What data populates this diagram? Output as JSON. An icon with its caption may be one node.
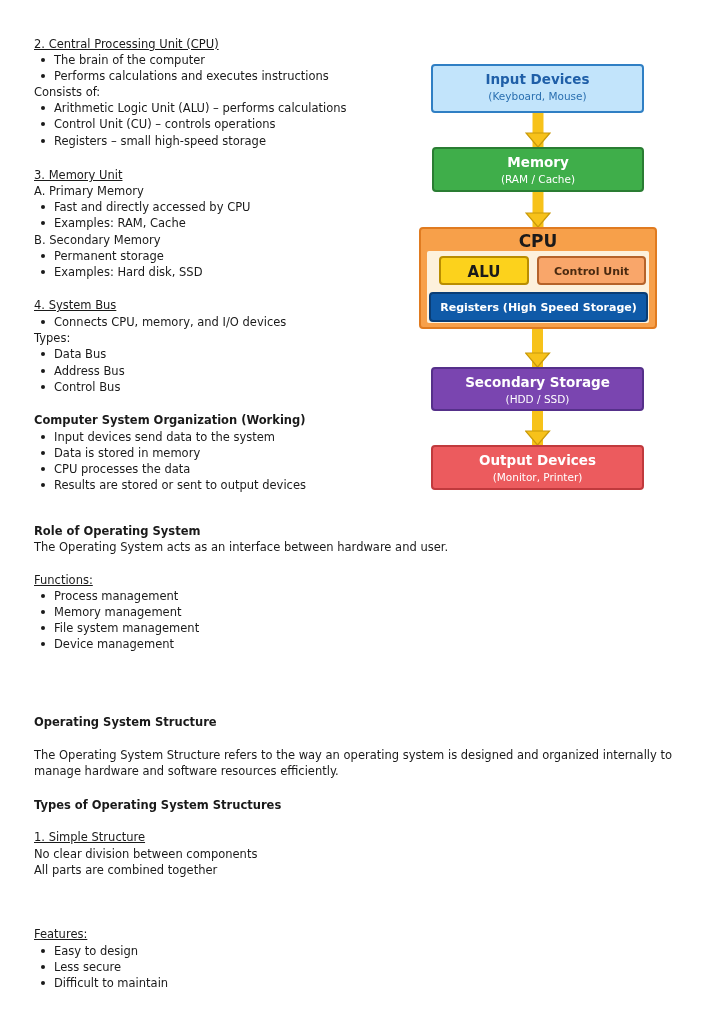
{
  "diagram": {
    "nodes": [
      {
        "text": [
          "Input Devices",
          "(Keyboard, Mouse)"
        ]
      },
      {
        "text": [
          "Memory",
          "(RAM / Cache)"
        ]
      },
      {
        "text": [
          "CPU"
        ]
      },
      {
        "text": [
          "ALU"
        ],
        "in": 2
      },
      {
        "text": [
          "Control Unit"
        ],
        "in": 2
      },
      {
        "text": [
          "Registers (High Speed Storage)"
        ],
        "in": 2
      },
      {
        "text": [
          "Secondary Storage",
          "(HDD / SSD)"
        ]
      },
      {
        "text": [
          "Output Devices",
          "(Monitor, Printer)"
        ]
      }
    ],
    "edges": [
      {
        "from": 0,
        "to": 1,
        "arrow": "to"
      },
      {
        "from": 1,
        "to": 2,
        "arrow": "to"
      },
      {
        "from": 2,
        "to": 6,
        "arrow": "to"
      },
      {
        "from": 6,
        "to": 7,
        "arrow": "to"
      }
    ],
    "labels": [
      "2. Central Processing Unit (CPU)",
      "The brain of the computer",
      "Performs calculations and executes instructions",
      "Consists of:",
      "Arithmetic Logic Unit (ALU) – performs calculations",
      "Control Unit (CU) – controls operations",
      "Registers – small high-speed storage",
      "3. Memory Unit",
      "A. Primary Memory",
      "Fast and directly accessed by CPU",
      "Examples: RAM, Cache",
      "B. Secondary Memory",
      "Permanent storage",
      "Examples: Hard disk, SSD",
      "4. System Bus",
      "Connects CPU, memory, and I/O devices",
      "Types:",
      "Data Bus",
      "Address Bus",
      "Control Bus",
      "Computer System Organization (Working)",
      "Input devices send data to the system",
      "Data is stored in memory",
      "CPU processes the data",
      "Results are stored or sent to output devices",
      "Role of Operating System",
      "The Operating System acts as an interface between hardware and user.",
      "Functions:",
      "Process management",
      "Memory management",
      "File system management",
      "Device management",
      "Operating System Structure",
      "The Operating System Structure refers to the way an operating system is designed and organized internally to manage hardware and software resources efficiently.",
      "Types of Operating System Structures",
      "1. Simple Structure",
      "No clear division between components",
      "All parts are combined together",
      "Features:",
      "Easy to design",
      "Less secure",
      "Difficult to maintain"
    ]
  }
}
